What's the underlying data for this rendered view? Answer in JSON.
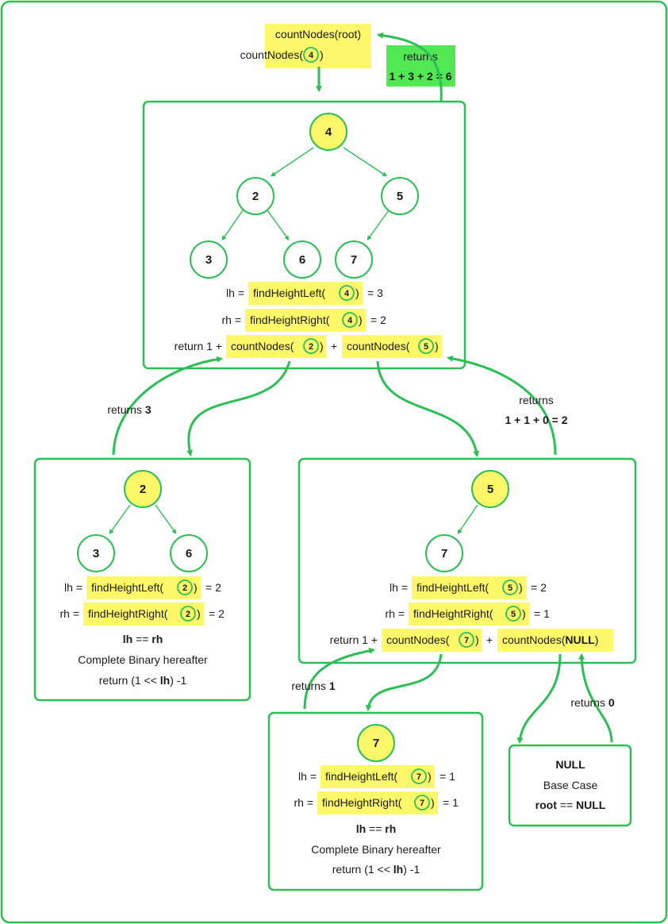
{
  "colors": {
    "green": "#2dbe56",
    "yellow": "#fcf86a",
    "bright_green": "#51e853",
    "text": "#1a1a1a"
  },
  "top": {
    "call_root": "countNodes(root)",
    "call_prefix": "countNodes(",
    "call_arg": "4",
    "call_suffix": ")",
    "returns_label": "returns",
    "returns_value": "1 + 3 + 2 = 6"
  },
  "box_main": {
    "nodes": [
      "4",
      "2",
      "5",
      "3",
      "6",
      "7"
    ],
    "lh_label": "lh =",
    "lh_fn": "findHeightLeft(",
    "lh_arg": "4",
    "lh_close": ")",
    "lh_result": "= 3",
    "rh_label": "rh =",
    "rh_fn": "findHeightRight(",
    "rh_arg": "4",
    "rh_close": ")",
    "rh_result": "= 2",
    "return_label": "return 1 +",
    "call1_fn": "countNodes(",
    "call1_arg": "2",
    "call1_close": ")",
    "plus": "+",
    "call2_fn": "countNodes(",
    "call2_arg": "5",
    "call2_close": ")"
  },
  "box_left": {
    "nodes": [
      "2",
      "3",
      "6"
    ],
    "lh_label": "lh =",
    "lh_fn": "findHeightLeft(",
    "lh_arg": "2",
    "lh_close": ")",
    "lh_result": "= 2",
    "rh_label": "rh =",
    "rh_fn": "findHeightRight(",
    "rh_arg": "2",
    "rh_close": ")",
    "rh_result": "= 2",
    "cmp_left": "lh",
    "cmp_op": " == ",
    "cmp_right": "rh",
    "note": "Complete Binary hereafter",
    "ret_prefix": "return (1 << ",
    "ret_var": "lh",
    "ret_suffix": ") -1"
  },
  "box_right": {
    "nodes": [
      "5",
      "7"
    ],
    "lh_label": "lh =",
    "lh_fn": "findHeightLeft(",
    "lh_arg": "5",
    "lh_close": ")",
    "lh_result": "= 2",
    "rh_label": "rh =",
    "rh_fn": "findHeightRight(",
    "rh_arg": "5",
    "rh_close": ")",
    "rh_result": "= 1",
    "return_label": "return 1 +",
    "call1_fn": "countNodes(",
    "call1_arg": "7",
    "call1_close": ")",
    "plus": "+",
    "call2_fn": "countNodes(",
    "call2_arg": "NULL",
    "call2_close": ")"
  },
  "box_seven": {
    "nodes": [
      "7"
    ],
    "lh_label": "lh =",
    "lh_fn": "findHeightLeft(",
    "lh_arg": "7",
    "lh_close": ")",
    "lh_result": "= 1",
    "rh_label": "rh =",
    "rh_fn": "findHeightRight(",
    "rh_arg": "7",
    "rh_close": ")",
    "rh_result": "= 1",
    "cmp_left": "lh",
    "cmp_op": " == ",
    "cmp_right": "rh",
    "note": "Complete Binary hereafter",
    "ret_prefix": "return (1 << ",
    "ret_var": "lh",
    "ret_suffix": ") -1"
  },
  "box_null": {
    "title": "NULL",
    "subtitle": "Base Case",
    "cond_var": "root",
    "cond_op": " == ",
    "cond_val": "NULL"
  },
  "returns": {
    "left_label": "returns ",
    "left_value": "3",
    "right_label": "returns",
    "right_value": "1 + 1 + 0 = 2",
    "seven_label": "returns ",
    "seven_value": "1",
    "null_label": "returns ",
    "null_value": "0"
  }
}
